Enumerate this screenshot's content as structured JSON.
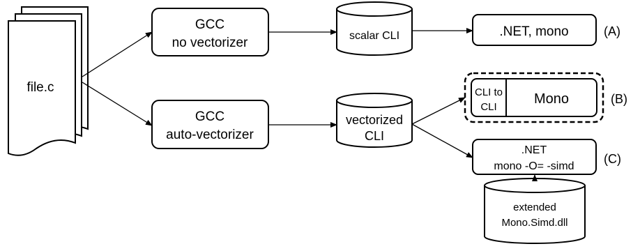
{
  "source": {
    "file_label": "file.c"
  },
  "compilers": {
    "gcc_scalar": {
      "line1": "GCC",
      "line2": "no vectorizer"
    },
    "gcc_vector": {
      "line1": "GCC",
      "line2": "auto-vectorizer"
    }
  },
  "outputs": {
    "scalar_cli": "scalar CLI",
    "vectorized_cli": {
      "line1": "vectorized",
      "line2": "CLI"
    },
    "extended_dll": {
      "line1": "extended",
      "line2": "Mono.Simd.dll"
    }
  },
  "runtimes": {
    "a": {
      "label": ".NET, mono",
      "tag": "(A)"
    },
    "b": {
      "cli_to_cli": {
        "line1": "CLI to",
        "line2": "CLI"
      },
      "mono": "Mono",
      "tag": "(B)"
    },
    "c": {
      "line1": ".NET",
      "line2": "mono -O= -simd",
      "tag": "(C)"
    }
  }
}
